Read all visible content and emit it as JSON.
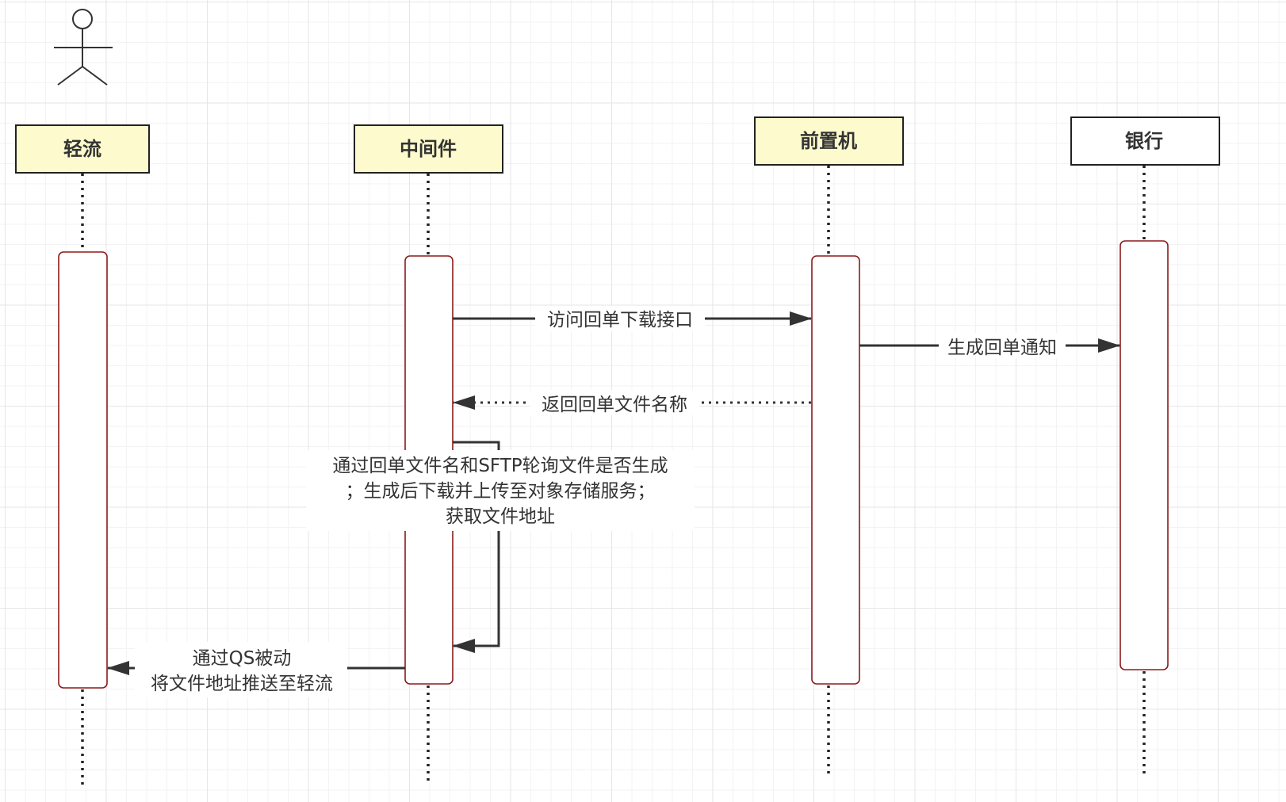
{
  "participants": [
    {
      "id": "qingliu",
      "label": "轻流",
      "fill": "#fdfbcd",
      "stroke": "#222222",
      "has_actor": true
    },
    {
      "id": "middleware",
      "label": "中间件",
      "fill": "#fdfbcd",
      "stroke": "#222222"
    },
    {
      "id": "front_machine",
      "label": "前置机",
      "fill": "#fdfbcd",
      "stroke": "#222222"
    },
    {
      "id": "bank",
      "label": "银行",
      "fill": "#ffffff",
      "stroke": "#222222"
    }
  ],
  "messages": [
    {
      "id": "msg-access-api",
      "from": "middleware",
      "to": "front_machine",
      "style": "solid",
      "label": "访问回单下载接口"
    },
    {
      "id": "msg-generate-notice",
      "from": "front_machine",
      "to": "bank",
      "style": "solid",
      "label": "生成回单通知"
    },
    {
      "id": "msg-return-filename",
      "from": "front_machine",
      "to": "middleware",
      "style": "dotted",
      "label": "返回回单文件名称"
    },
    {
      "id": "msg-self-poll",
      "from": "middleware",
      "to": "middleware",
      "style": "solid",
      "label_lines": [
        "通过回单文件名和SFTP轮询文件是否生成",
        "；生成后下载并上传至对象存储服务；",
        "获取文件地址"
      ]
    },
    {
      "id": "msg-push-address",
      "from": "middleware",
      "to": "qingliu",
      "style": "solid",
      "label_lines": [
        "通过QS被动",
        "将文件地址推送至轻流"
      ]
    }
  ],
  "colors": {
    "activation_border": "#8b1a1a",
    "participant_fill": "#fdfbcd",
    "line": "#333333"
  }
}
